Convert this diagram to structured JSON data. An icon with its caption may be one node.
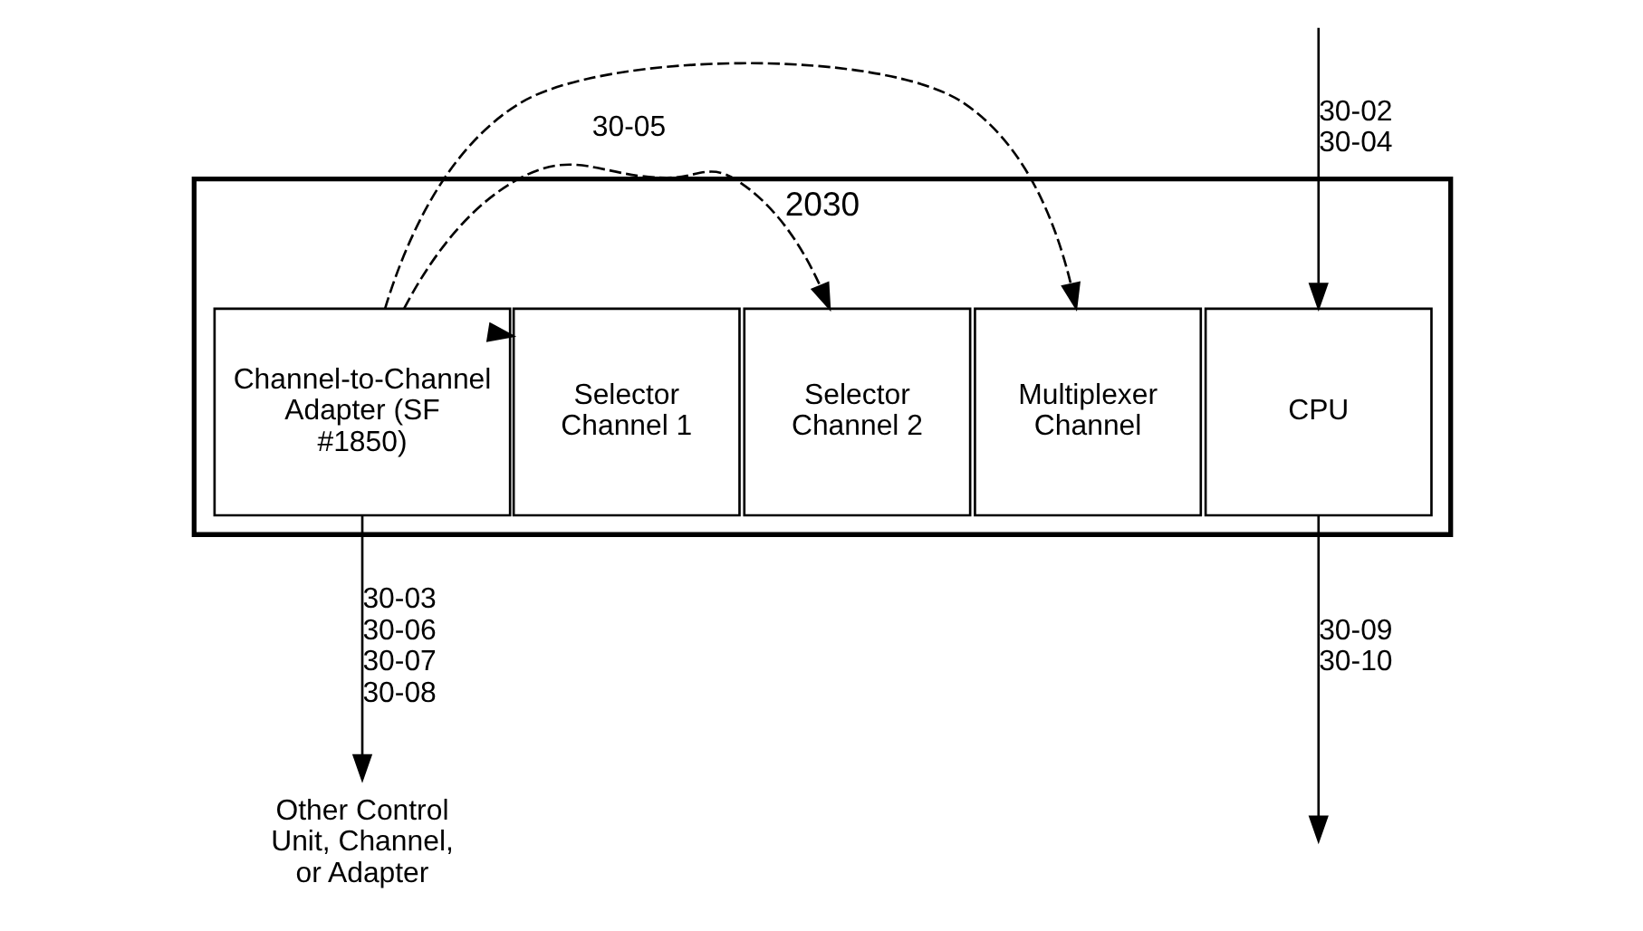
{
  "diagram": {
    "nodes": [
      {
        "text": [
          "2030"
        ]
      },
      {
        "text": [
          "Channel-to-Channel Adapter (SF #1850)"
        ],
        "in": 0
      },
      {
        "text": [
          "Selector Channel 1"
        ],
        "in": 0
      },
      {
        "text": [
          "Selector Channel 2"
        ],
        "in": 0
      },
      {
        "text": [
          "Multiplexer Channel"
        ],
        "in": 0
      },
      {
        "text": [
          "CPU"
        ],
        "in": 0
      },
      {
        "text": [
          "Other Control Unit, Channel, or Adapter"
        ]
      }
    ],
    "edges": [
      {
        "from": 1,
        "to": 2,
        "arrow": "to"
      },
      {
        "from": 1,
        "to": 3,
        "arrow": "to",
        "style": "dashed",
        "label": "30-05"
      },
      {
        "from": 1,
        "to": 4,
        "arrow": "to",
        "style": "dashed"
      },
      {
        "from": 5,
        "to": null,
        "arrow": "to",
        "label": "30-09 30-10"
      },
      {
        "from": null,
        "to": 5,
        "arrow": "to",
        "label": "30-02 30-04"
      },
      {
        "from": 1,
        "to": 6,
        "arrow": "to",
        "label": "30-03 30-06 30-07 30-08"
      }
    ]
  }
}
